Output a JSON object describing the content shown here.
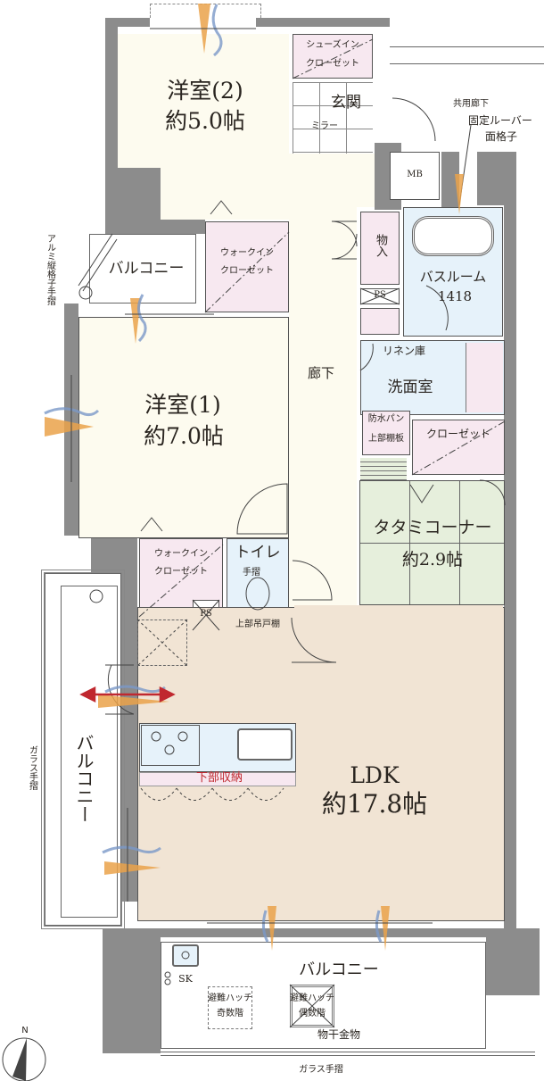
{
  "floorplan": {
    "rooms": {
      "western_room_2": {
        "name": "洋室(2)",
        "size": "約5.0帖"
      },
      "western_room_1": {
        "name": "洋室(1)",
        "size": "約7.0帖"
      },
      "ldk": {
        "name": "LDK",
        "size": "約17.8帖"
      },
      "tatami_corner": {
        "name": "タタミコーナー",
        "size": "約2.9帖"
      },
      "entrance": {
        "name": "玄関"
      },
      "hallway": {
        "name": "廊下"
      },
      "bathroom": {
        "name": "バスルーム",
        "size_code": "1418"
      },
      "washroom": {
        "name": "洗面室"
      },
      "toilet": {
        "name": "トイレ"
      }
    },
    "storage": {
      "shoes_in_closet_line1": "シューズイン",
      "shoes_in_closet_line2": "クローゼット",
      "walk_in_closet_1_line1": "ウォークイン",
      "walk_in_closet_1_line2": "クローゼット",
      "walk_in_closet_2_line1": "ウォークイン",
      "walk_in_closet_2_line2": "クローゼット",
      "closet": "クローゼット",
      "storeroom": "物入",
      "linen": "リネン庫",
      "ps_1": "PS",
      "ps_2": "PS",
      "mb": "MB",
      "under_storage": "下部収納",
      "upper_cabinet": "上部吊戸棚"
    },
    "fixtures": {
      "mirror": "ミラー",
      "handrail": "手摺",
      "waterproof_pan": "防水パン",
      "upper_shelf": "上部棚板",
      "sk": "SK",
      "laundry_hanger": "物干金物"
    },
    "balconies": {
      "north_small": "バルコニー",
      "west": "バルコニー",
      "south": "バルコニー",
      "hatch_odd_line1": "避難ハッチ",
      "hatch_odd_line2": "奇数階",
      "hatch_even_line1": "避難ハッチ",
      "hatch_even_line2": "偶数階"
    },
    "annotations": {
      "shared_corridor": "共用廊下",
      "fixed_louver": "固定ルーバー",
      "face_lattice": "面格子",
      "aluminum_railing": "アルミ縦格子手摺",
      "glass_railing_west": "ガラス手摺",
      "glass_railing_south": "ガラス手摺"
    },
    "compass": {
      "label": "N"
    },
    "colors": {
      "wall": "#8c8c8c",
      "western_room": "#fdfbef",
      "closet": "#f7e8f0",
      "wet_area": "#e6f2fa",
      "tatami": "#e6efdc",
      "ldk": "#f1e4d4",
      "airflow_orange": "#eaa24a",
      "airflow_blue": "#7a98c8",
      "arrow_red": "#c0282f"
    }
  }
}
